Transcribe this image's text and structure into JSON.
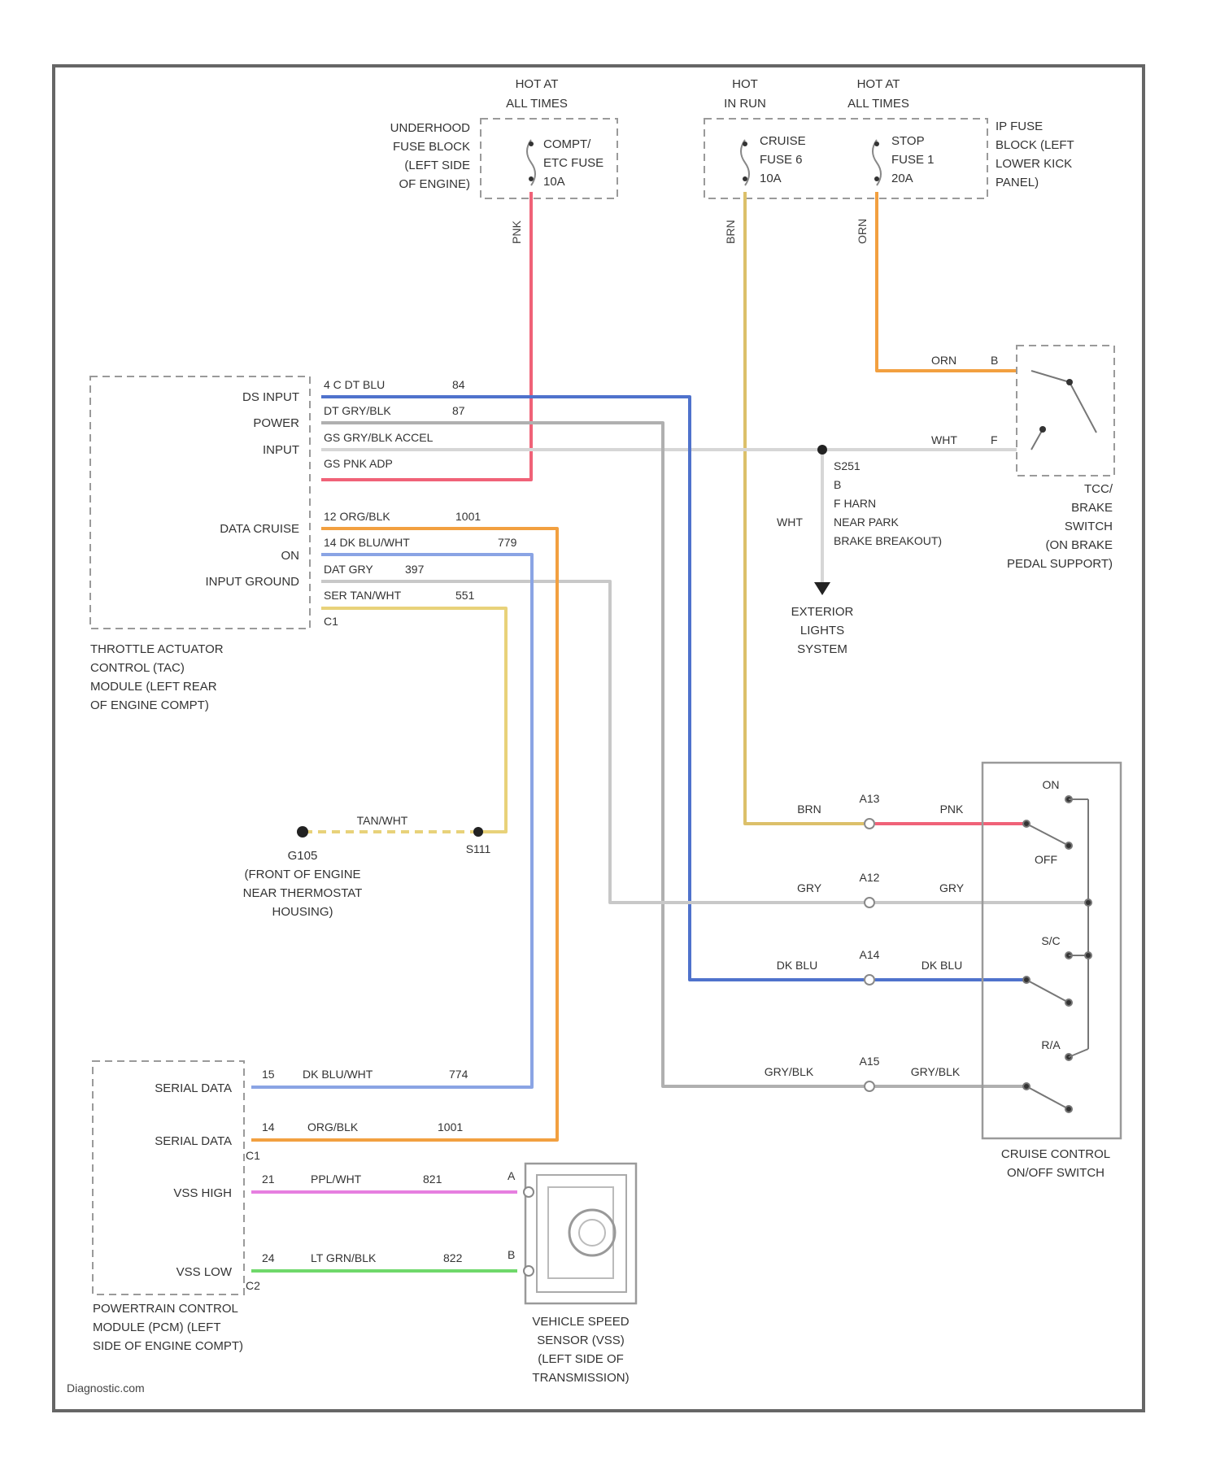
{
  "diagram": {
    "watermark": "Diagnostic.com",
    "colors": {
      "pink": "#f06278",
      "tan": "#dcc06a",
      "orange": "#f2a040",
      "blue": "#4f72cc",
      "light_blue": "#8aa4e4",
      "grey": "#b8b8b8",
      "yellow": "#e8d27a",
      "purple": "#e67fe0",
      "green": "#6fd86a",
      "grey_blk": "#a8a8a8"
    },
    "power": {
      "hot_at_all_times_1": "HOT AT",
      "hot_at_all_times_1b": "ALL TIMES",
      "hot_in_run": "HOT",
      "hot_in_run_b": "IN RUN",
      "hot_at_all_times_2": "HOT AT",
      "hot_at_all_times_2b": "ALL TIMES"
    },
    "underhood_fuse_block": [
      "UNDERHOOD",
      "FUSE BLOCK",
      "(LEFT SIDE",
      "OF ENGINE)"
    ],
    "etc_fuse": [
      "COMPT/",
      "ETC FUSE",
      "10A"
    ],
    "cruise_fuse": [
      "CRUISE",
      "FUSE 6",
      "10A"
    ],
    "stop_fuse": [
      "STOP",
      "FUSE 1",
      "20A"
    ],
    "ip_fuse_block": [
      "IP FUSE",
      "BLOCK (LEFT",
      "LOWER KICK",
      "PANEL)"
    ],
    "tac_module": {
      "pins": [
        "DS INPUT",
        "POWER",
        "INPUT",
        "DATA CRUISE",
        "ON",
        "INPUT GROUND"
      ],
      "wires": [
        "4 C DT BLU",
        "DT GRY/BLK",
        "GS GRY/BLK ACCEL",
        "GS PNK ADP",
        "12 ORG/BLK",
        "14 DK BLU/WHT",
        "DAT GRY",
        "SER TAN/WHT",
        "C1"
      ],
      "circuits": [
        "84",
        "87",
        "1001",
        "779",
        "397",
        "551"
      ],
      "name": [
        "THROTTLE ACTUATOR",
        "CONTROL (TAC)",
        "MODULE (LEFT REAR",
        "OF ENGINE COMPT)"
      ]
    },
    "tcc_switch": {
      "wire_orn": "ORN",
      "pin_b": "B",
      "wire_wht": "WHT",
      "pin_f": "F",
      "name": [
        "TCC/",
        "BRAKE",
        "SWITCH",
        "(ON BRAKE",
        "PEDAL SUPPORT)"
      ]
    },
    "splice": [
      "S251",
      "B",
      "F HARN",
      "NEAR PARK",
      "BRAKE BREAKOUT)"
    ],
    "splice_wire": "WHT",
    "exterior_lights": [
      "EXTERIOR",
      "LIGHTS",
      "SYSTEM"
    ],
    "ground": {
      "wire": "TAN/WHT",
      "splice_id": "S111",
      "name": [
        "G105",
        "(FRONT OF ENGINE",
        "NEAR THERMOSTAT",
        "HOUSING)"
      ]
    },
    "cruise_switch": {
      "pins": [
        "A13",
        "A12",
        "A14",
        "A15"
      ],
      "left_wires": [
        "BRN",
        "GRY",
        "DK BLU",
        "GRY/BLK"
      ],
      "right_wires": [
        "PNK",
        "GRY",
        "DK BLU",
        "GRY/BLK"
      ],
      "positions": [
        "ON",
        "OFF",
        "S/C",
        "R/A"
      ],
      "name": [
        "CRUISE CONTROL",
        "ON/OFF SWITCH"
      ]
    },
    "vertical_wires": [
      "PNK",
      "BRN",
      "ORN"
    ],
    "pcm": {
      "pins": [
        "SERIAL DATA",
        "SERIAL DATA",
        "VSS HIGH",
        "VSS LOW"
      ],
      "pin_numbers": [
        "15",
        "14",
        "21",
        "24"
      ],
      "wires": [
        "DK BLU/WHT",
        "ORG/BLK",
        "PPL/WHT",
        "LT GRN/BLK"
      ],
      "circuits": [
        "774",
        "1001",
        "821",
        "822"
      ],
      "connectors": [
        "C1",
        "C2"
      ],
      "name": [
        "POWERTRAIN CONTROL",
        "MODULE (PCM) (LEFT",
        "SIDE OF ENGINE COMPT)"
      ]
    },
    "vss": {
      "pins": [
        "A",
        "B"
      ],
      "name": [
        "VEHICLE SPEED",
        "SENSOR (VSS)",
        "(LEFT SIDE OF",
        "TRANSMISSION)"
      ]
    }
  }
}
